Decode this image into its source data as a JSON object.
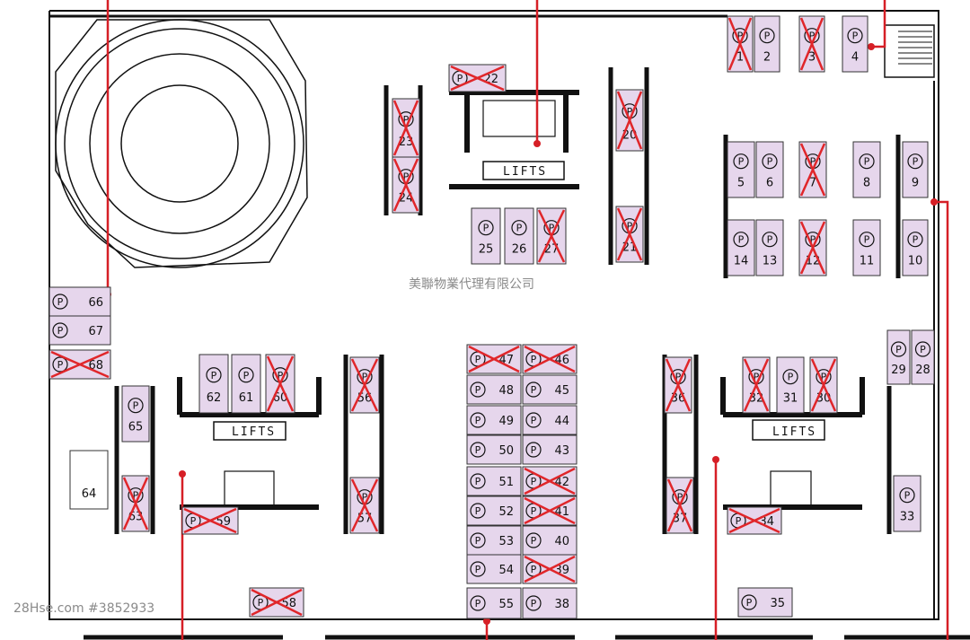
{
  "watermark_center": "美聯物業代理有限公司",
  "watermark_corner": "28Hse.com #3852933",
  "lift_labels": [
    "LIFTS",
    "LIFTS",
    "LIFTS"
  ],
  "parking_symbol": "P",
  "colors": {
    "slot_fill": "#e6d6ec",
    "cross": "#e0262a",
    "route_line": "#d61f26",
    "wall": "#111111"
  },
  "slots": [
    {
      "id": "1",
      "taken": true
    },
    {
      "id": "2",
      "taken": false
    },
    {
      "id": "3",
      "taken": true
    },
    {
      "id": "4",
      "taken": false
    },
    {
      "id": "5",
      "taken": false
    },
    {
      "id": "6",
      "taken": false
    },
    {
      "id": "7",
      "taken": true
    },
    {
      "id": "8",
      "taken": false
    },
    {
      "id": "9",
      "taken": false
    },
    {
      "id": "10",
      "taken": false
    },
    {
      "id": "11",
      "taken": false
    },
    {
      "id": "12",
      "taken": true
    },
    {
      "id": "13",
      "taken": false
    },
    {
      "id": "14",
      "taken": false
    },
    {
      "id": "20",
      "taken": true
    },
    {
      "id": "21",
      "taken": true
    },
    {
      "id": "22",
      "taken": true
    },
    {
      "id": "23",
      "taken": true
    },
    {
      "id": "24",
      "taken": true
    },
    {
      "id": "25",
      "taken": false
    },
    {
      "id": "26",
      "taken": false
    },
    {
      "id": "27",
      "taken": true
    },
    {
      "id": "28",
      "taken": false
    },
    {
      "id": "29",
      "taken": false
    },
    {
      "id": "30",
      "taken": true
    },
    {
      "id": "31",
      "taken": false
    },
    {
      "id": "32",
      "taken": true
    },
    {
      "id": "33",
      "taken": false
    },
    {
      "id": "34",
      "taken": true
    },
    {
      "id": "35",
      "taken": false
    },
    {
      "id": "36",
      "taken": true
    },
    {
      "id": "37",
      "taken": true
    },
    {
      "id": "38",
      "taken": false
    },
    {
      "id": "39",
      "taken": true
    },
    {
      "id": "40",
      "taken": false
    },
    {
      "id": "41",
      "taken": true
    },
    {
      "id": "42",
      "taken": true
    },
    {
      "id": "43",
      "taken": false
    },
    {
      "id": "44",
      "taken": false
    },
    {
      "id": "45",
      "taken": false
    },
    {
      "id": "46",
      "taken": true
    },
    {
      "id": "47",
      "taken": true
    },
    {
      "id": "48",
      "taken": false
    },
    {
      "id": "49",
      "taken": false
    },
    {
      "id": "50",
      "taken": false
    },
    {
      "id": "51",
      "taken": false
    },
    {
      "id": "52",
      "taken": false
    },
    {
      "id": "53",
      "taken": false
    },
    {
      "id": "54",
      "taken": false
    },
    {
      "id": "55",
      "taken": false
    },
    {
      "id": "56",
      "taken": true
    },
    {
      "id": "57",
      "taken": true
    },
    {
      "id": "58",
      "taken": true
    },
    {
      "id": "59",
      "taken": true
    },
    {
      "id": "60",
      "taken": true
    },
    {
      "id": "61",
      "taken": false
    },
    {
      "id": "62",
      "taken": false
    },
    {
      "id": "63",
      "taken": true
    },
    {
      "id": "64",
      "taken": false
    },
    {
      "id": "65",
      "taken": false
    },
    {
      "id": "66",
      "taken": false
    },
    {
      "id": "67",
      "taken": false
    },
    {
      "id": "68",
      "taken": true
    }
  ]
}
